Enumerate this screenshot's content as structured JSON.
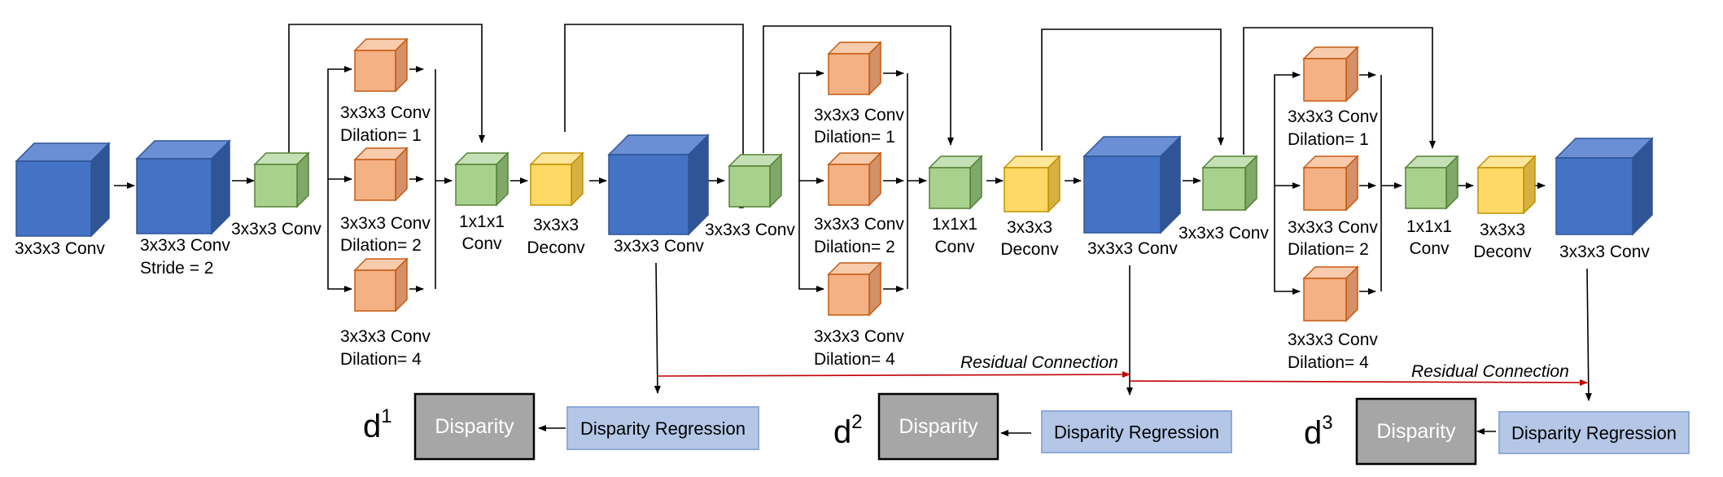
{
  "diagram": {
    "labels": {
      "conv3": "3x3x3 Conv",
      "conv3_stride_1": "3x3x3 Conv",
      "conv3_stride_2": "Stride = 2",
      "dil_top": "3x3x3 Conv",
      "dil1": "Dilation= 1",
      "dil2": "Dilation= 2",
      "dil4": "Dilation= 4",
      "conv1_1": "1x1x1",
      "conv1_2": "Conv",
      "deconv_1": "3x3x3",
      "deconv_2": "Deconv"
    },
    "residual_label": "Residual Connection",
    "regression_label": "Disparity Regression",
    "disparity_label": "Disparity",
    "outputs": [
      {
        "symbol": "d",
        "sup": "1"
      },
      {
        "symbol": "d",
        "sup": "2"
      },
      {
        "symbol": "d",
        "sup": "3"
      }
    ],
    "colors": {
      "blue_front": "#4472c4",
      "blue_top": "#6b8fd4",
      "blue_side": "#2f5597",
      "green_front": "#a9d18e",
      "green_top": "#c5e0b4",
      "green_side": "#7fa869",
      "orange_front": "#f4b183",
      "orange_top": "#f8cbad",
      "orange_side": "#d49068",
      "yellow_front": "#ffd966",
      "yellow_top": "#ffe699",
      "yellow_side": "#d6b040",
      "regression_box": "#b4c7e7",
      "disparity_box": "#a6a6a6",
      "residual_arrow": "#c00000"
    }
  }
}
